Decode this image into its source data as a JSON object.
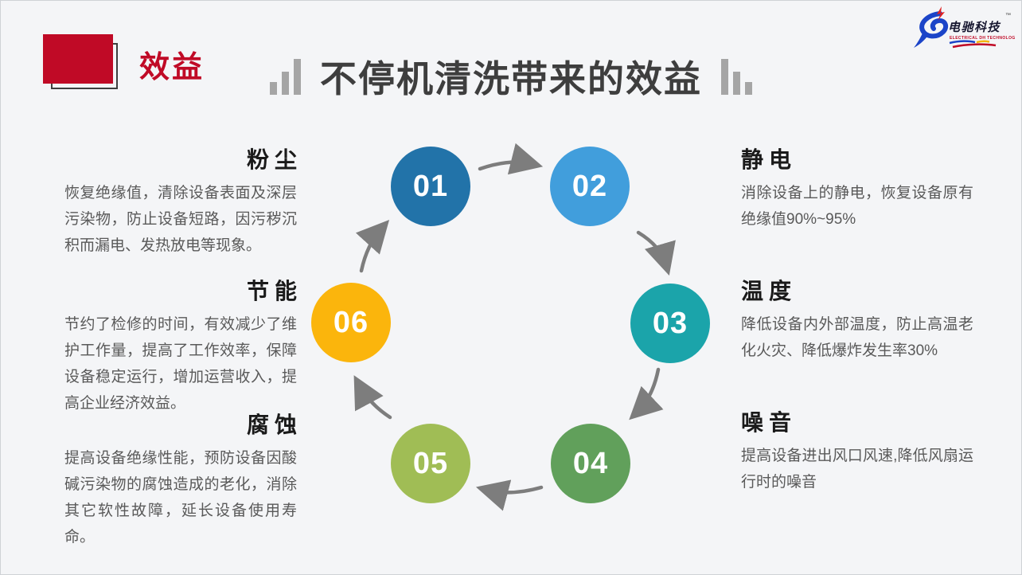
{
  "slide": {
    "corner_title": "效益",
    "main_title": "不停机清洗带来的效益"
  },
  "logo": {
    "name": "电驰科技",
    "subtitle": "ELECTRICAL DH TECHNOLOGY",
    "trademark": "TM"
  },
  "cycle": {
    "steps": [
      {
        "number": "01",
        "color": "#2273a9"
      },
      {
        "number": "02",
        "color": "#419edc"
      },
      {
        "number": "03",
        "color": "#1ba4aa"
      },
      {
        "number": "04",
        "color": "#61a05b"
      },
      {
        "number": "05",
        "color": "#a0bd55"
      },
      {
        "number": "06",
        "color": "#fbb50c"
      }
    ]
  },
  "benefits": {
    "left": [
      {
        "title": "粉尘",
        "body": "恢复绝缘值，清除设备表面及深层污染物，防止设备短路，因污秽沉积而漏电、发热放电等现象。"
      },
      {
        "title": "节能",
        "body": "节约了检修的时间，有效减少了维护工作量，提高了工作效率，保障设备稳定运行，增加运营收入，提高企业经济效益。"
      },
      {
        "title": "腐蚀",
        "body": "提高设备绝缘性能，预防设备因酸碱污染物的腐蚀造成的老化，消除其它软性故障，延长设备使用寿命。"
      }
    ],
    "right": [
      {
        "title": "静电",
        "body": "消除设备上的静电，恢复设备原有绝缘值90%~95%"
      },
      {
        "title": "温度",
        "body": "降低设备内外部温度，防止高温老化火灾、降低爆炸发生率30%"
      },
      {
        "title": "噪音",
        "body": "提高设备进出风口风速,降低风扇运行时的噪音"
      }
    ]
  },
  "colors": {
    "background": "#f4f5f7",
    "accent_red": "#c00a26",
    "title_gray": "#3e3e3e",
    "body_gray": "#595959",
    "arrow_gray": "#7d7d7d",
    "decor_bar_gray": "#a5a5a5",
    "logo_blue": "#1b44c8"
  }
}
